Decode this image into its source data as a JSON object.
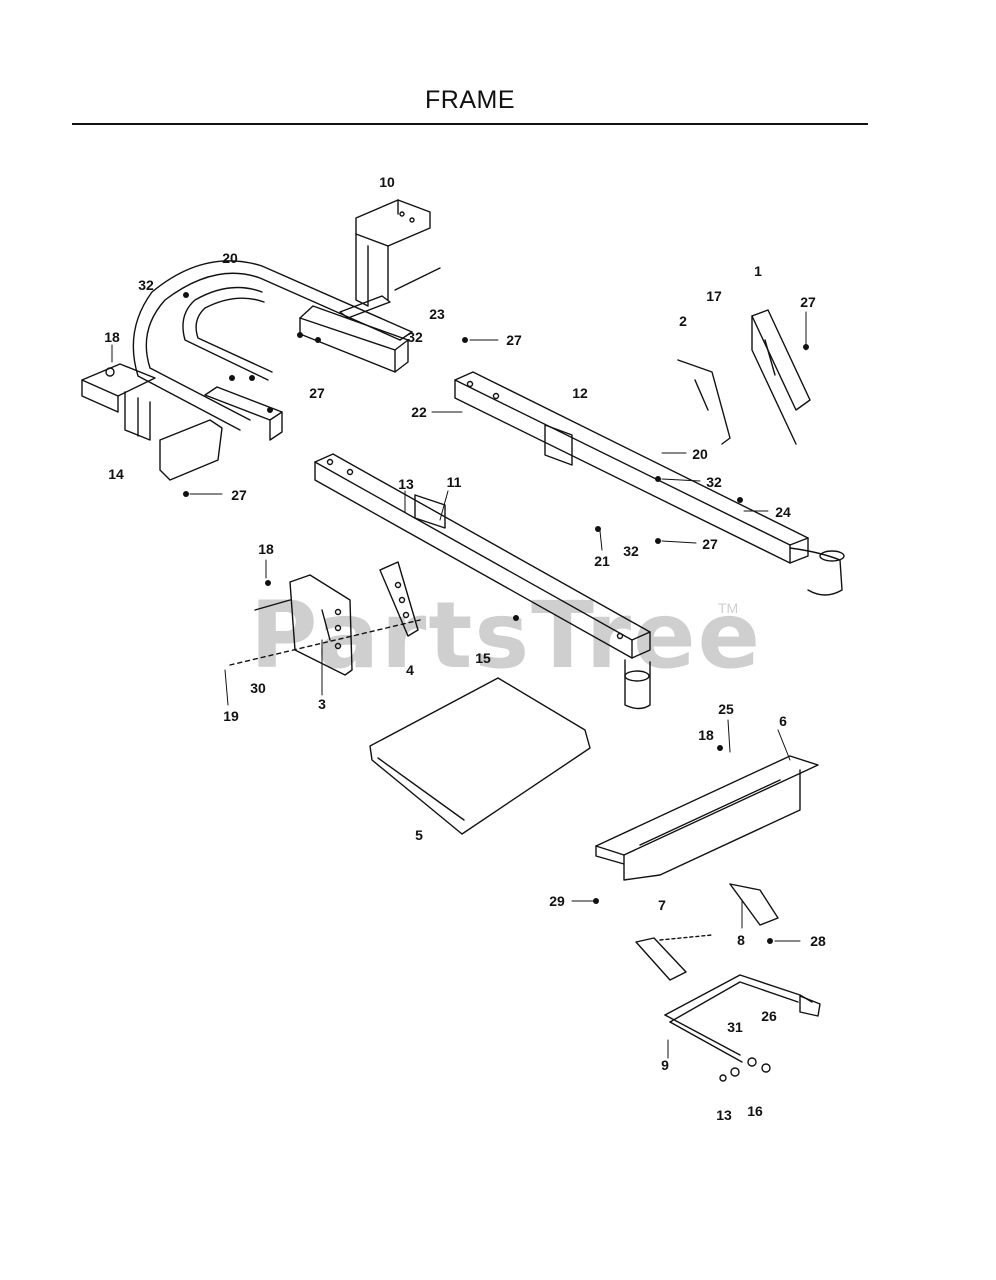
{
  "page": {
    "title": "FRAME"
  },
  "watermark": {
    "text": "PartsTree",
    "trademark": "TM"
  },
  "callouts": {
    "c1": "1",
    "c2": "2",
    "c3": "3",
    "c4": "4",
    "c5": "5",
    "c6": "6",
    "c7": "7",
    "c8": "8",
    "c9": "9",
    "c10": "10",
    "c11": "11",
    "c12": "12",
    "c13a": "13",
    "c13b": "13",
    "c14": "14",
    "c15": "15",
    "c16": "16",
    "c17": "17",
    "c18a": "18",
    "c18b": "18",
    "c18c": "18",
    "c19": "19",
    "c20a": "20",
    "c20b": "20",
    "c21": "21",
    "c22": "22",
    "c23": "23",
    "c24": "24",
    "c25": "25",
    "c26": "26",
    "c27a": "27",
    "c27b": "27",
    "c27c": "27",
    "c27d": "27",
    "c27e": "27",
    "c28": "28",
    "c29": "29",
    "c30": "30",
    "c31": "31",
    "c32a": "32",
    "c32b": "32",
    "c32c": "32",
    "c32d": "32"
  }
}
